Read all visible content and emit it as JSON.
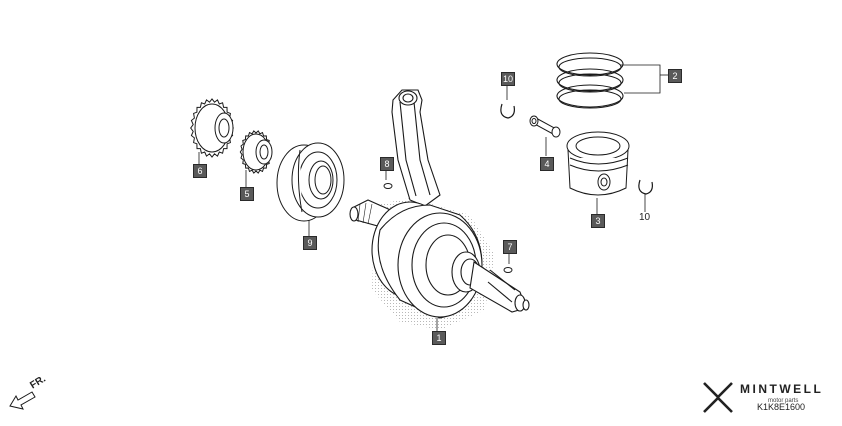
{
  "callouts": {
    "c1": "1",
    "c2": "2",
    "c3": "3",
    "c4": "4",
    "c5": "5",
    "c6": "6",
    "c7": "7",
    "c8": "8",
    "c9": "9",
    "c10a": "10",
    "c10b": "10"
  },
  "direction_label": "FR.",
  "brand": {
    "name": "MINTWELL",
    "sub": "motor parts"
  },
  "diagram_code": "K1K8E1600",
  "colors": {
    "line": "#1a1a1a",
    "callout_fill": "#5a5a5a",
    "stipple": "#b5b5b5"
  }
}
